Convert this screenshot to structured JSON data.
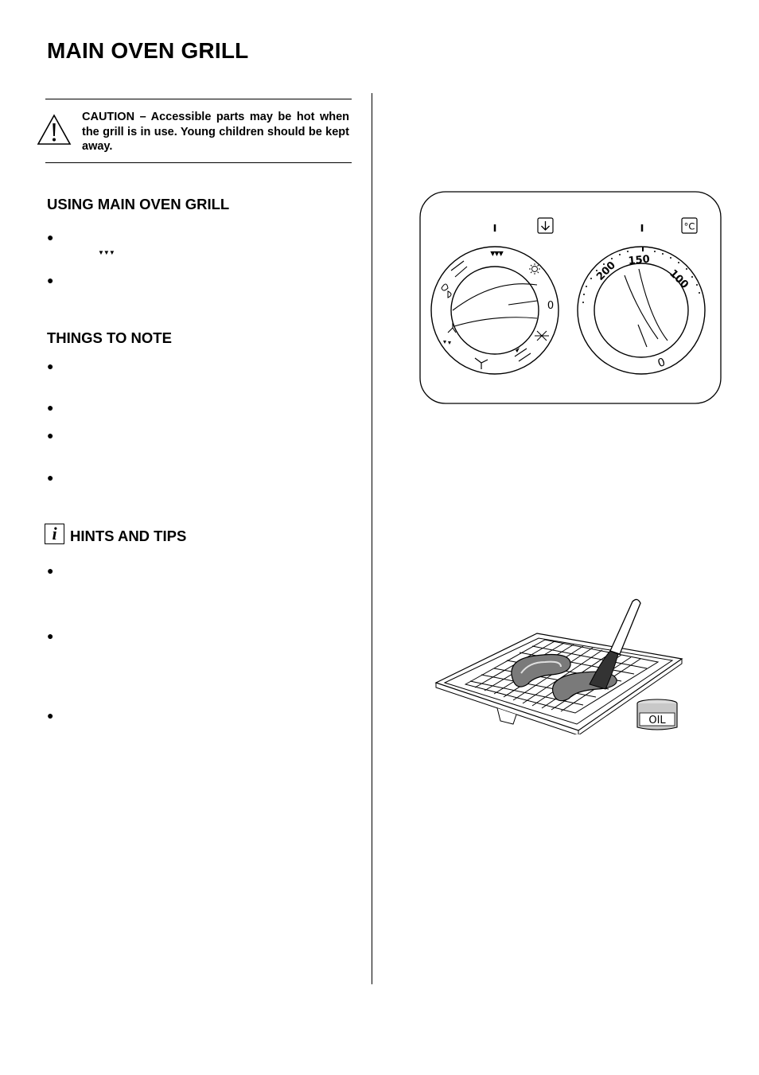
{
  "page": {
    "title": "MAIN OVEN GRILL"
  },
  "caution": {
    "icon": "warning-triangle-icon",
    "text": "CAUTION – Accessible parts may be hot when the grill is in use.  Young children should be kept away."
  },
  "sections": {
    "using": {
      "heading": "USING MAIN OVEN GRILL",
      "bullets": [
        "●",
        "●"
      ],
      "grill_symbol": "▼▼▼"
    },
    "notes": {
      "heading": "THINGS TO NOTE",
      "bullets": [
        "●",
        "●",
        "●",
        "●"
      ]
    },
    "hints": {
      "icon": "info-icon",
      "icon_glyph": "i",
      "heading": "HINTS AND TIPS",
      "bullets": [
        "●",
        "●",
        "●"
      ]
    }
  },
  "control_panel": {
    "function_dial": {
      "top_symbol": "▼▼▼",
      "off_label": "0",
      "indicator_icon": "arrow-down-box-icon"
    },
    "temperature_dial": {
      "scale_labels": [
        "200",
        "150",
        "100"
      ],
      "off_label": "0",
      "indicator_icon": "celsius-box-icon",
      "unit": "°C"
    }
  },
  "grill_pan": {
    "jar_label": "OIL"
  }
}
